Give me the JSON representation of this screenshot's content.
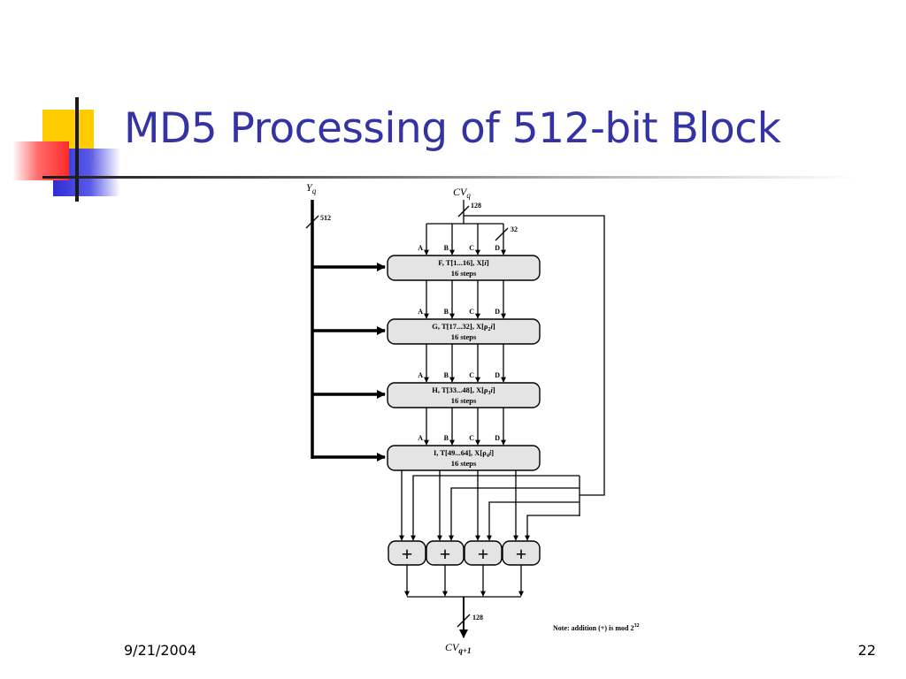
{
  "slide": {
    "title": "MD5 Processing of 512-bit Block",
    "date": "9/21/2004",
    "page_number": "22"
  },
  "diagram": {
    "input_block": {
      "label": "Y",
      "subscript": "q",
      "bits": "512"
    },
    "chain_in": {
      "label": "CV",
      "subscript": "q",
      "bits": "128"
    },
    "word_bits": "32",
    "registers": [
      "A",
      "B",
      "C",
      "D"
    ],
    "rounds": [
      {
        "line1_pre": "F, T[1...16], X[",
        "italic": "i",
        "sub": "",
        "line1_post": "]",
        "line2": "16 steps"
      },
      {
        "line1_pre": "G, T[17...32], X[ρ",
        "italic": "i",
        "sub": "2",
        "line1_post": "]",
        "line2": "16 steps"
      },
      {
        "line1_pre": "H, T[33...48], X[ρ",
        "italic": "i",
        "sub": "3",
        "line1_post": "]",
        "line2": "16 steps"
      },
      {
        "line1_pre": "I, T[49...64], X[ρ",
        "italic": "i",
        "sub": "4",
        "line1_post": "]",
        "line2": "16 steps"
      }
    ],
    "adders": [
      "+",
      "+",
      "+",
      "+"
    ],
    "chain_out": {
      "label": "CV",
      "subscript": "q+1",
      "bits": "128"
    },
    "note": {
      "text": "Note:  addition (+) is mod 2",
      "exponent": "32"
    }
  }
}
